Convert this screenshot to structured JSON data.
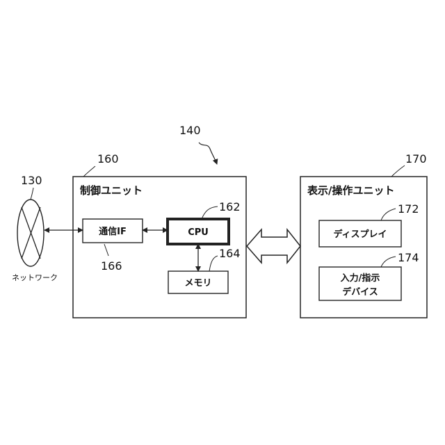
{
  "refs": {
    "system": "140",
    "network": "130",
    "control_unit": "160",
    "cpu": "162",
    "memory": "164",
    "comm_if": "166",
    "display_unit": "170",
    "display": "172",
    "input_device": "174"
  },
  "network": {
    "label": "ネットワーク",
    "icon": "network-cloud-icon"
  },
  "control_unit": {
    "title": "制御ユニット",
    "comm_if": "通信IF",
    "cpu": "CPU",
    "memory": "メモリ"
  },
  "display_unit": {
    "title": "表示/操作ユニット",
    "display": "ディスプレイ",
    "input_line1": "入力/指示",
    "input_line2": "デバイス"
  }
}
